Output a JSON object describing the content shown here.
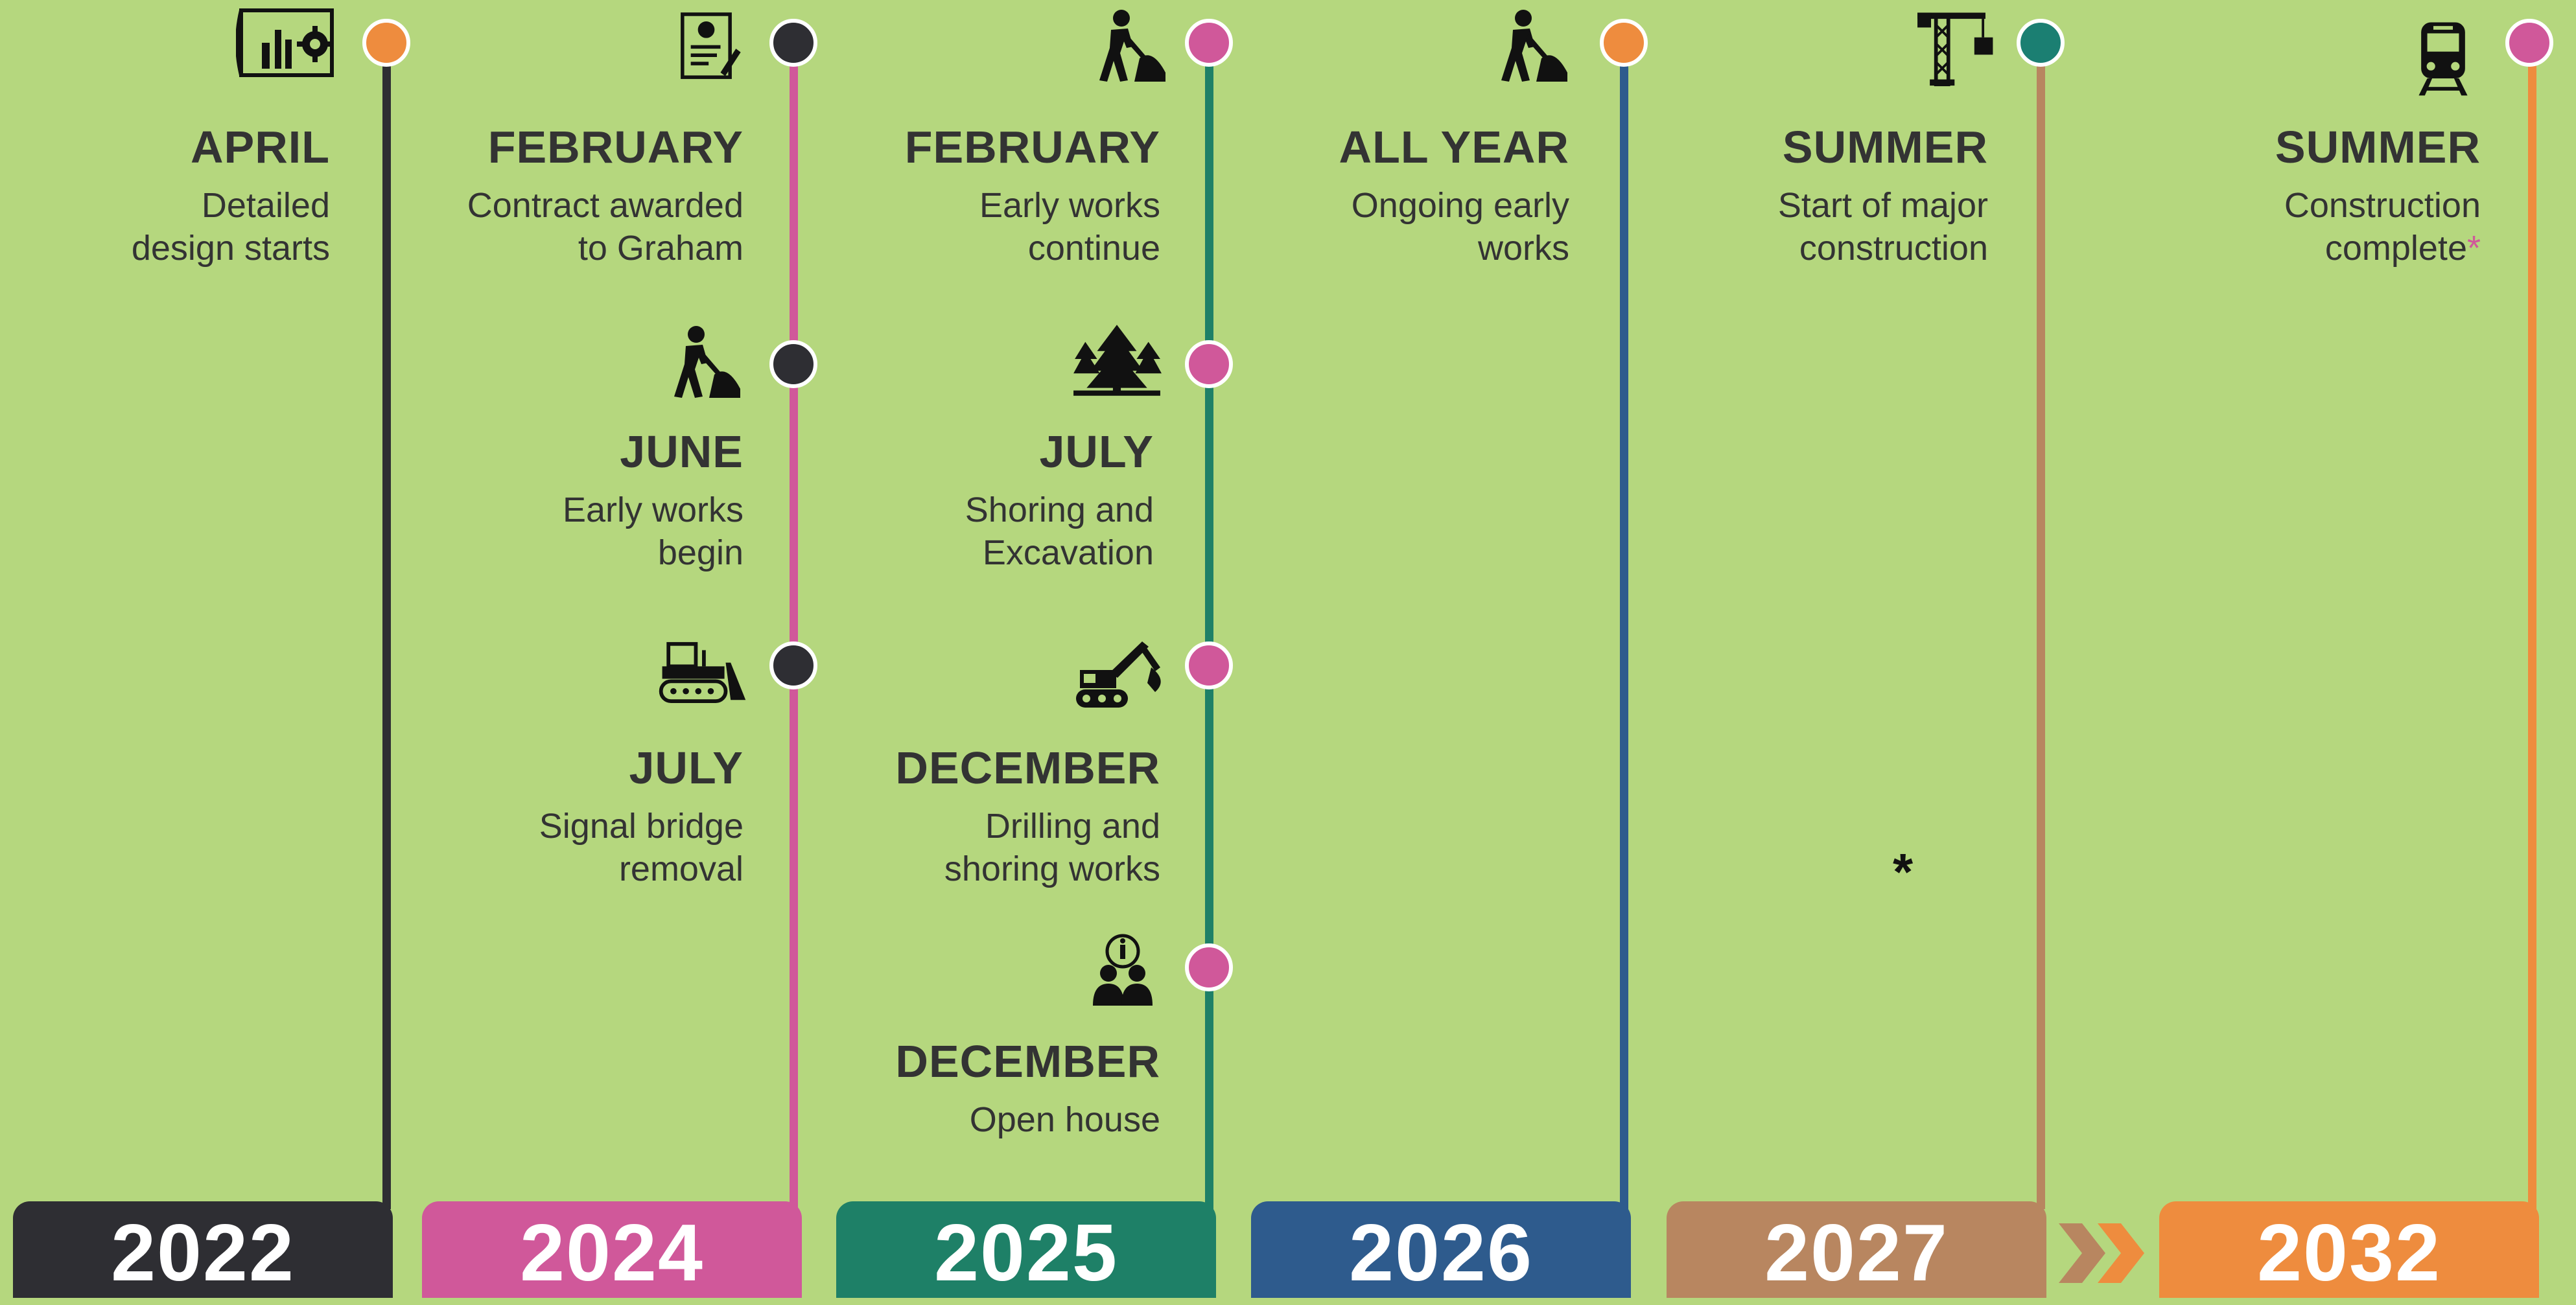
{
  "colors": {
    "background": "#b5d77e",
    "text": "#333333",
    "dark": "#2e2e33",
    "pink": "#d0589a",
    "teal_green": "#1e8067",
    "blue": "#2e5b8d",
    "tan": "#b88660",
    "orange": "#ee8c3e",
    "dot_teal": "#1b7f72"
  },
  "years": [
    {
      "label": "2022",
      "color": "#2e2e33"
    },
    {
      "label": "2024",
      "color": "#d0589a"
    },
    {
      "label": "2025",
      "color": "#1e8067"
    },
    {
      "label": "2026",
      "color": "#2e5b8d"
    },
    {
      "label": "2027",
      "color": "#b88660"
    },
    {
      "label": "2032",
      "color": "#ee8c3e"
    }
  ],
  "events": {
    "y2022_april": {
      "title": "APRIL",
      "desc": "Detailed\ndesign starts",
      "icon": "blueprint-gear-icon",
      "dot_color": "#ee8c3e"
    },
    "y2024_february": {
      "title": "FEBRUARY",
      "desc": "Contract awarded\nto Graham",
      "icon": "contract-handshake-icon",
      "dot_color": "#2e2e33"
    },
    "y2024_june": {
      "title": "JUNE",
      "desc": "Early works\nbegin",
      "icon": "worker-shovel-icon",
      "dot_color": "#2e2e33"
    },
    "y2024_july": {
      "title": "JULY",
      "desc": "Signal bridge\nremoval",
      "icon": "bulldozer-icon",
      "dot_color": "#2e2e33"
    },
    "y2025_february": {
      "title": "FEBRUARY",
      "desc": "Early works\ncontinue",
      "icon": "worker-shovel-icon",
      "dot_color": "#d0589a"
    },
    "y2025_july": {
      "title": "JULY",
      "desc": "Shoring and\nExcavation",
      "icon": "trees-icon",
      "dot_color": "#d0589a"
    },
    "y2025_december_1": {
      "title": "DECEMBER",
      "desc": "Drilling and\nshoring works",
      "icon": "excavator-icon",
      "dot_color": "#d0589a"
    },
    "y2025_december_2": {
      "title": "DECEMBER",
      "desc": "Open house",
      "icon": "people-info-icon",
      "dot_color": "#d0589a"
    },
    "y2026_all_year": {
      "title": "ALL YEAR",
      "desc": "Ongoing early\nworks",
      "icon": "worker-shovel-icon",
      "dot_color": "#ee8c3e"
    },
    "y2027_summer": {
      "title": "SUMMER",
      "desc": "Start of major\nconstruction",
      "icon": "crane-icon",
      "dot_color": "#1b7f72"
    },
    "y2032_summer": {
      "title": "SUMMER",
      "desc": "Construction\ncomplete",
      "asterisk": "*",
      "icon": "train-icon",
      "dot_color": "#d0589a"
    }
  },
  "footnote_marker": "*",
  "chevron_icon": "double-chevron-right-icon"
}
